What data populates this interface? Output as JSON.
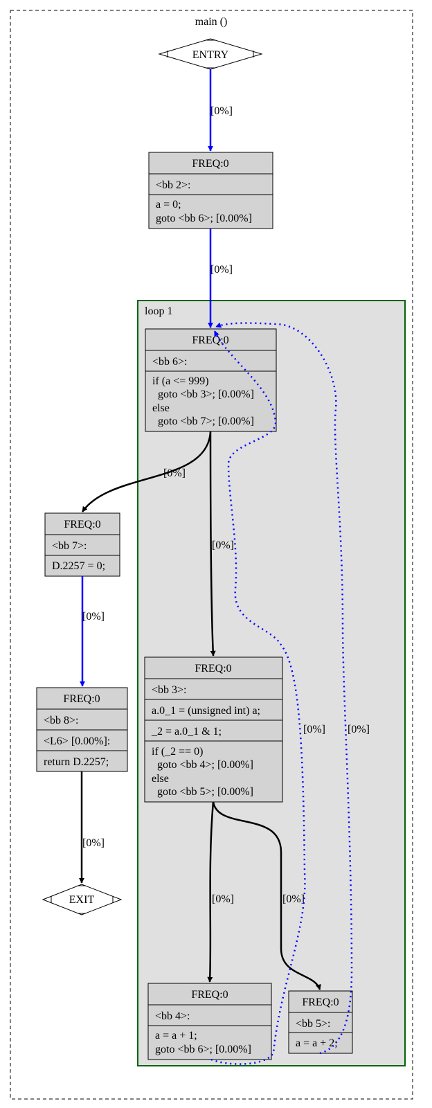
{
  "graph": {
    "title": "main ()"
  },
  "loop": {
    "label": "loop 1"
  },
  "nodes": {
    "entry": {
      "label": "ENTRY"
    },
    "exit": {
      "label": "EXIT"
    },
    "bb2": {
      "freq": "FREQ:0",
      "name": "<bb 2>:",
      "code": [
        "a = 0;",
        "goto <bb 6>; [0.00%]"
      ]
    },
    "bb6": {
      "freq": "FREQ:0",
      "name": "<bb 6>:",
      "code": [
        "if (a <= 999)",
        "  goto <bb 3>; [0.00%]",
        "else",
        "  goto <bb 7>; [0.00%]"
      ]
    },
    "bb7": {
      "freq": "FREQ:0",
      "name": "<bb 7>:",
      "code": [
        "D.2257 = 0;"
      ]
    },
    "bb8": {
      "freq": "FREQ:0",
      "name": "<bb 8>:",
      "label_line": "<L6> [0.00%]:",
      "code": [
        "return D.2257;"
      ]
    },
    "bb3": {
      "freq": "FREQ:0",
      "name": "<bb 3>:",
      "stmt1": "a.0_1 = (unsigned int) a;",
      "stmt2": "_2 = a.0_1 & 1;",
      "code": [
        "if (_2 == 0)",
        "  goto <bb 4>; [0.00%]",
        "else",
        "  goto <bb 5>; [0.00%]"
      ]
    },
    "bb4": {
      "freq": "FREQ:0",
      "name": "<bb 4>:",
      "code": [
        "a = a + 1;",
        "goto <bb 6>; [0.00%]"
      ]
    },
    "bb5": {
      "freq": "FREQ:0",
      "name": "<bb 5>:",
      "code": [
        "a = a + 2;"
      ]
    }
  },
  "edges": {
    "entry_bb2": "[0%]",
    "bb2_bb6": "[0%]",
    "bb6_bb7": "[0%]",
    "bb6_bb3": "[0%]",
    "bb7_bb8": "[0%]",
    "bb8_exit": "[0%]",
    "bb3_bb4": "[0%]",
    "bb3_bb5": "[0%]",
    "bb4_bb6": "[0%]",
    "bb5_bb6": "[0%]"
  },
  "colors": {
    "node_fill": "#d3d3d3",
    "loop_fill": "#e0e0e0",
    "loop_border": "#006400",
    "fallthrough_edge": "#0000ff",
    "normal_edge": "#000000",
    "back_edge": "#0000ff"
  }
}
